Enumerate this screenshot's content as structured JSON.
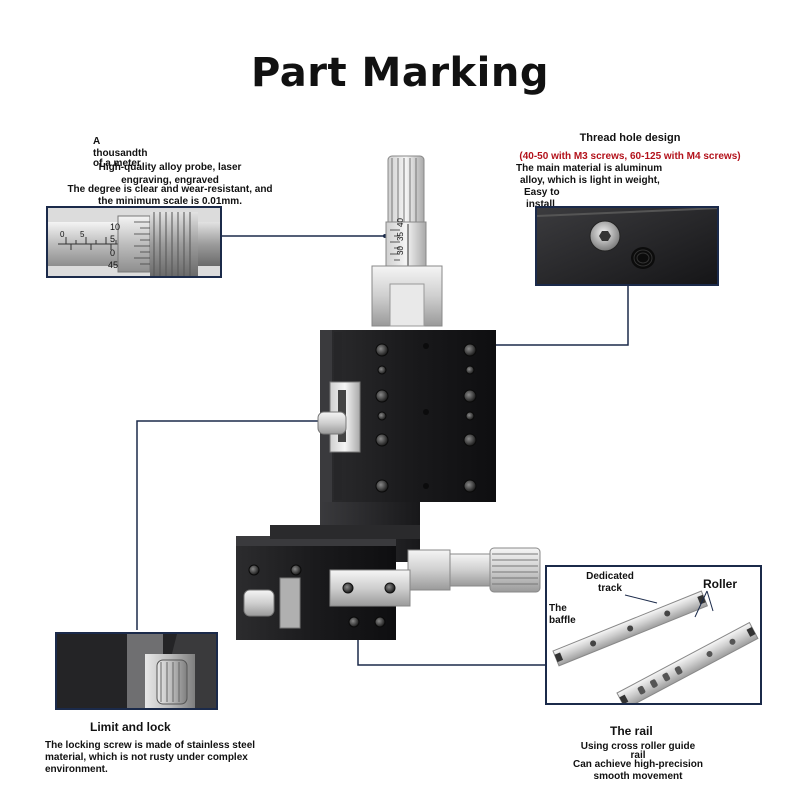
{
  "title": "Part Marking",
  "micrometer_callout": {
    "line1": "A",
    "line2": "thousandth",
    "line3": "of a meter",
    "line4": "High-quality alloy probe, laser",
    "line5": "engraving, engraved",
    "line6": "The degree is clear and wear-resistant, and",
    "line7": "the minimum scale is 0.01mm.",
    "scale_marks": [
      "10",
      "5",
      "0",
      "45",
      "0",
      "5"
    ]
  },
  "thread_callout": {
    "heading": "Thread hole design",
    "red_note": "(40-50 with M3 screws, 60-125 with M4 screws)",
    "line1": "The main material is aluminum",
    "line2": "alloy, which is light in weight,",
    "line3": "Easy to",
    "line4": "install"
  },
  "lock_callout": {
    "heading": "Limit and lock",
    "line1": "The locking screw is made of stainless steel",
    "line2": "material, which is not rusty under complex",
    "line3": "environment."
  },
  "rail_callout": {
    "heading": "The rail",
    "dedicated_track": "Dedicated track",
    "roller": "Roller",
    "baffle": "The baffle",
    "line1": "Using cross roller guide",
    "line2": "rail",
    "line3": "Can achieve high-precision",
    "line4": "smooth movement"
  },
  "product_scale_marks": [
    "40",
    "35",
    "30"
  ],
  "colors": {
    "leader_line": "#1b2a4a",
    "stage_body": "#1c1c1e",
    "red_note": "#b3121b"
  }
}
